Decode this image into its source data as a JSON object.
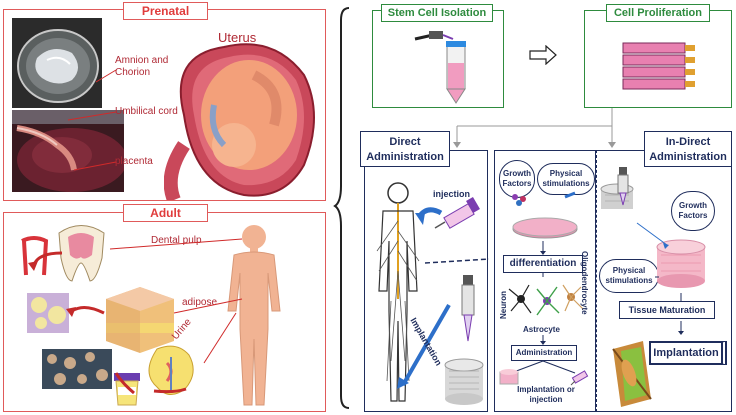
{
  "sources": {
    "prenatal": {
      "title": "Prenatal",
      "uterus_label": "Uterus",
      "amnion_label": "Amnion and\nChorion",
      "cord_label": "Umbilical cord",
      "placenta_label": "placenta"
    },
    "adult": {
      "title": "Adult",
      "dental_label": "Dental pulp",
      "adipose_label": "adipose",
      "urine_label": "Urine"
    }
  },
  "workflow": {
    "isolation": "Stem Cell Isolation",
    "proliferation": "Cell Proliferation"
  },
  "direct": {
    "title": "Direct\nAdministration",
    "injection": "injection",
    "implantation": "Implantation"
  },
  "middle": {
    "growth_factors": "Growth\nFactors",
    "physical": "Physical\nstimulations",
    "differentiation": "differentiation",
    "neuron": "Neuron",
    "astrocyte": "Astrocyte",
    "oligodendrocyte": "Oligodendrocyte",
    "administration": "Administration",
    "outcome": "Implantation or\ninjection"
  },
  "indirect": {
    "title": "In-Direct\nAdministration",
    "growth_factors": "Growth\nFactors",
    "physical": "Physical\nstimulations",
    "maturation": "Tissue Maturation",
    "implantation": "Implantation"
  },
  "colors": {
    "red": "#e03c3c",
    "green": "#2e8b3e",
    "navy": "#1f2d5c",
    "pink": "#f2a6b8",
    "skin": "#f1b393"
  }
}
